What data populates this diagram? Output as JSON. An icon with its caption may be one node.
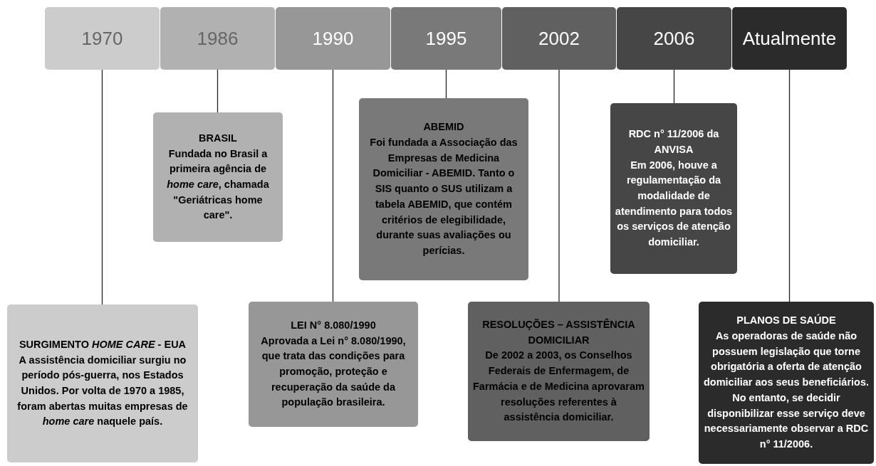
{
  "diagram": {
    "nodes": [
      {
        "text": [
          "1970"
        ]
      },
      {
        "text": [
          "1986"
        ]
      },
      {
        "text": [
          "1990"
        ]
      },
      {
        "text": [
          "1995"
        ]
      },
      {
        "text": [
          "2002"
        ]
      },
      {
        "text": [
          "2006"
        ]
      },
      {
        "text": [
          "Atualmente"
        ]
      },
      {
        "text": [
          "SURGIMENTO *HOME CARE* - EUA",
          "A assistência domiciliar surgiu no período pós-guerra, nos Estados Unidos. Por volta de 1970 a 1985, foram abertas muitas empresas de *home care* naquele país."
        ]
      },
      {
        "text": [
          "BRASIL",
          "Fundada no Brasil a primeira agência de *home care*, chamada \"Geriátricas home care\"."
        ]
      },
      {
        "text": [
          "LEI N° 8.080/1990",
          "Aprovada a Lei n° 8.080/1990, que trata das condições para promoção, proteção e recuperação da saúde da população brasileira."
        ]
      },
      {
        "text": [
          "ABEMID",
          "Foi fundada a Associação das Empresas de Medicina Domiciliar - ABEMID. Tanto o SIS quanto o SUS utilizam a tabela ABEMID, que contém critérios de elegibilidade, durante suas avaliações ou perícias."
        ]
      },
      {
        "text": [
          "RESOLUÇÕES – ASSISTÊNCIA DOMICILIAR",
          "De 2002 a 2003, os Conselhos Federais de Enfermagem, de Farmácia e de Medicina aprovaram resoluções referentes à assistência domiciliar."
        ]
      },
      {
        "text": [
          "RDC n° 11/2006 da ANVISA",
          "Em 2006, houve a regulamentação da modalidade de atendimento para todos os serviços de atenção domiciliar."
        ]
      },
      {
        "text": [
          "PLANOS DE SAÚDE",
          "As operadoras de saúde não possuem legislação que torne obrigatória a oferta de atenção domiciliar aos seus beneficiários. No entanto, se decidir disponibilizar esse serviço deve necessariamente observar a RDC n° 11/2006."
        ]
      }
    ],
    "edges": [
      {
        "from": 0,
        "to": 7,
        "arrow": "none"
      },
      {
        "from": 1,
        "to": 8,
        "arrow": "none"
      },
      {
        "from": 2,
        "to": 9,
        "arrow": "none"
      },
      {
        "from": 3,
        "to": 10,
        "arrow": "none"
      },
      {
        "from": 4,
        "to": 11,
        "arrow": "none"
      },
      {
        "from": 5,
        "to": 12,
        "arrow": "none"
      },
      {
        "from": 6,
        "to": 13,
        "arrow": "none"
      }
    ]
  }
}
